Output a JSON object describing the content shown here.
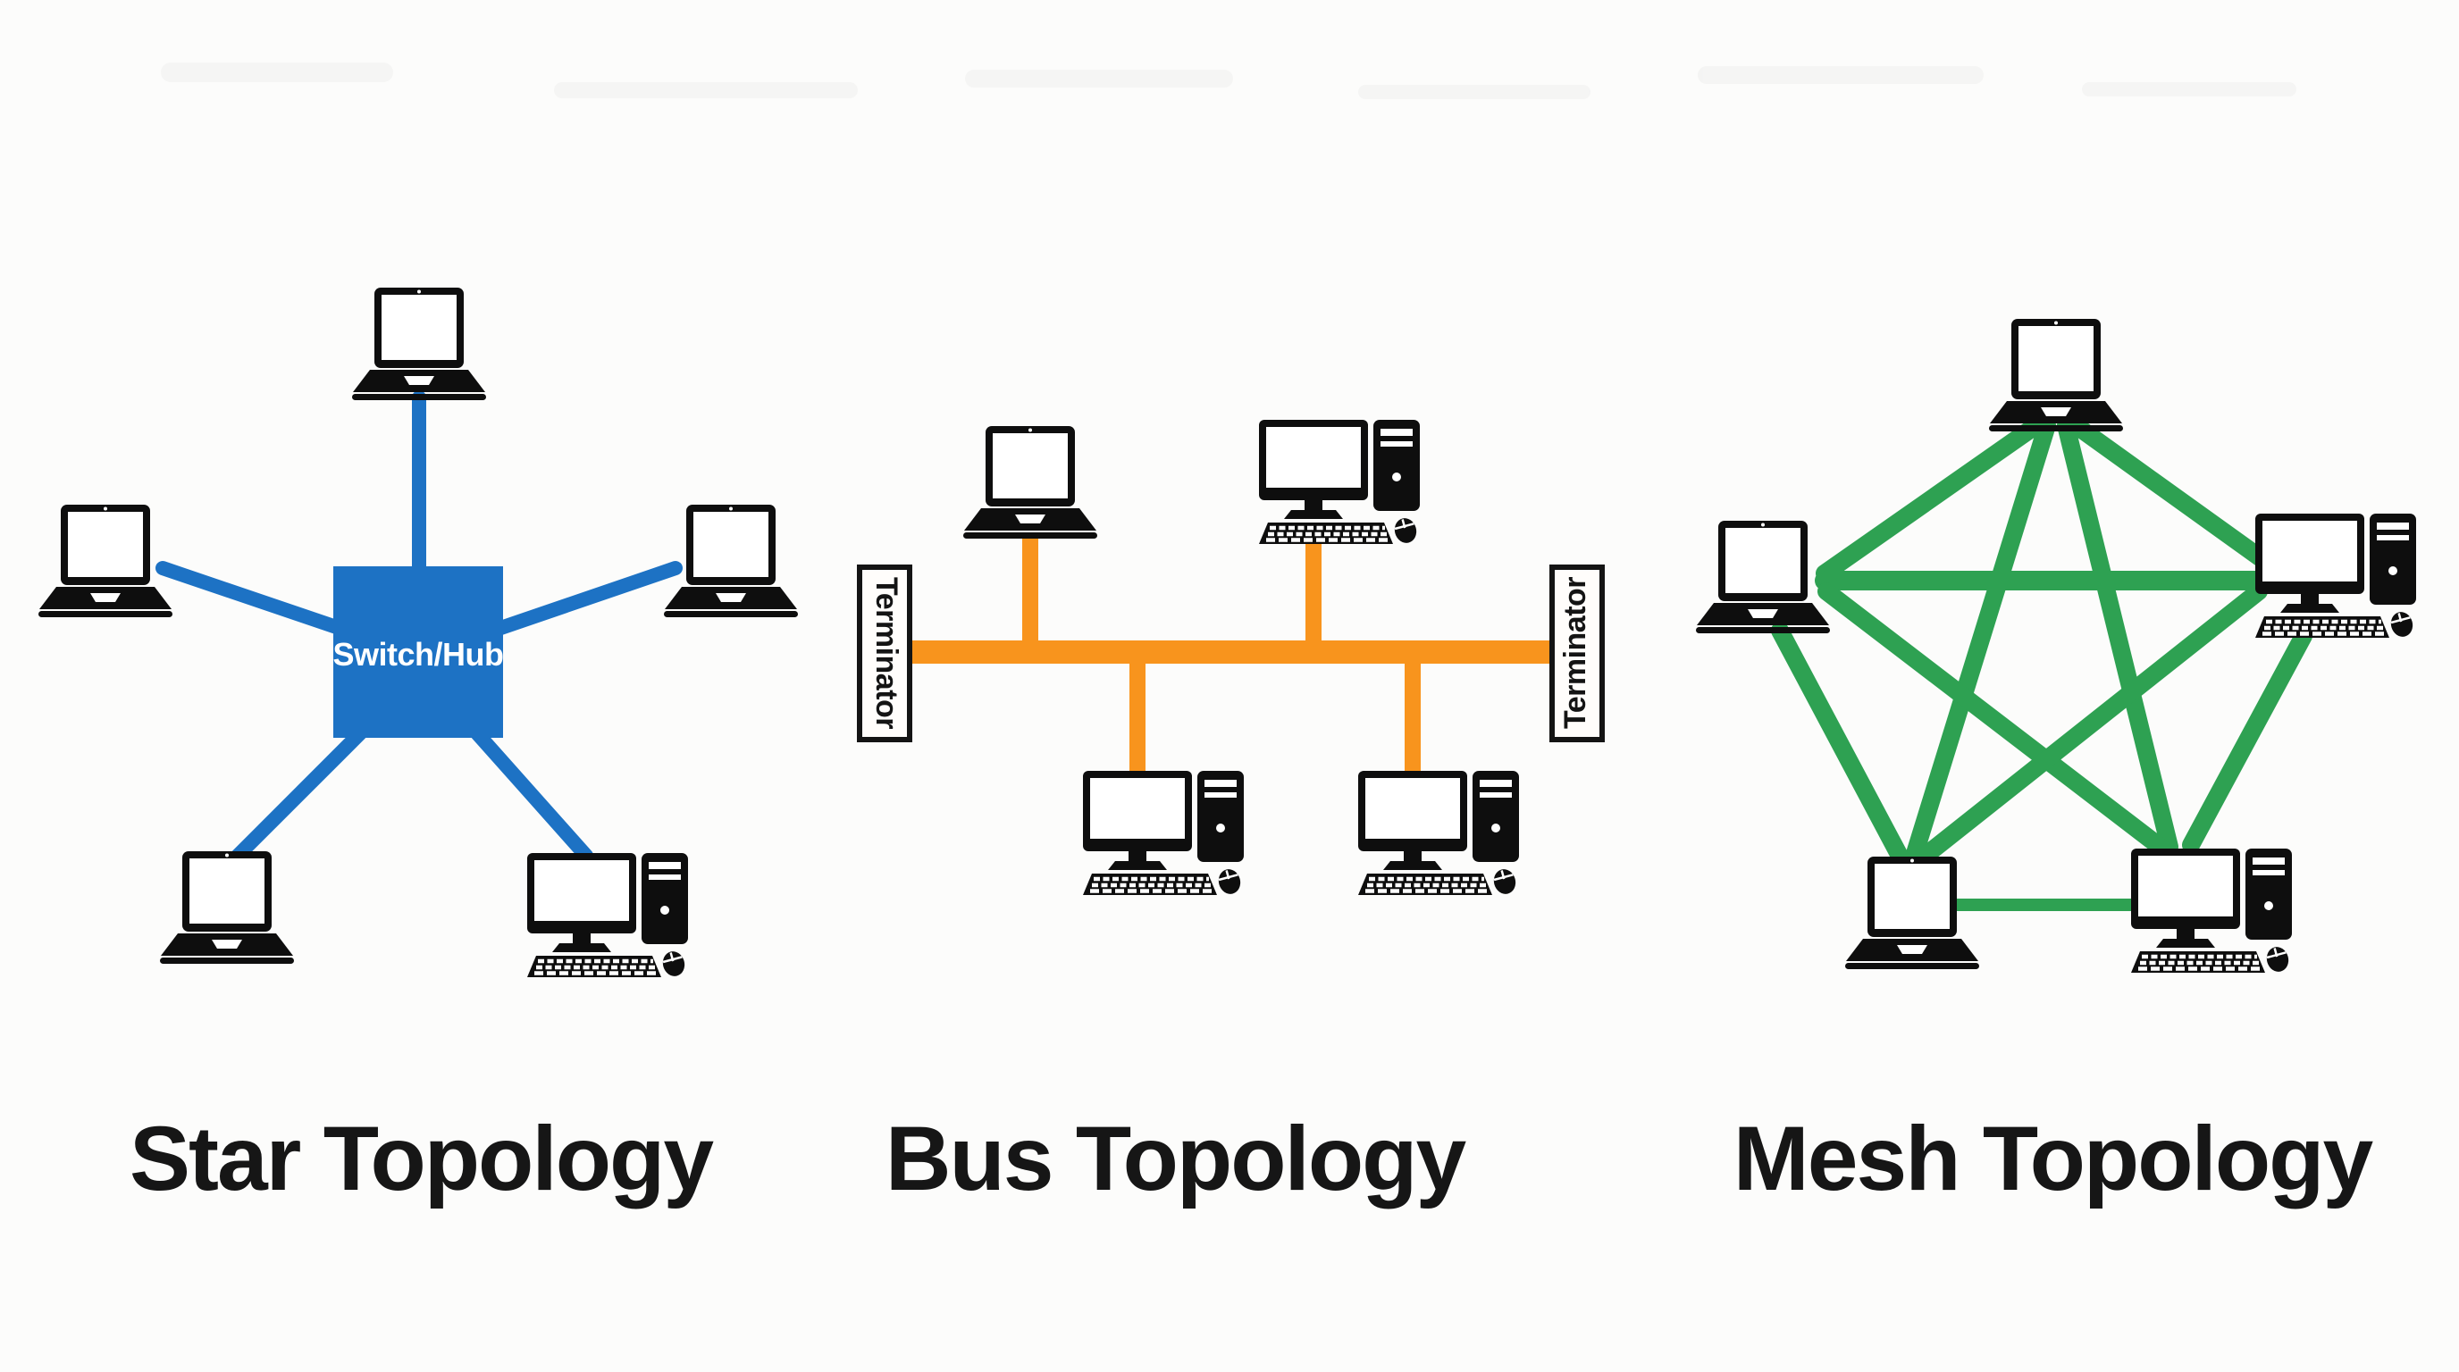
{
  "page": {
    "background": "#fcfcfb"
  },
  "colors": {
    "blue": "#1d72c4",
    "orange": "#f8941d",
    "green": "#2ea152",
    "device_black": "#0e0e0e",
    "label_text": "#161616",
    "hub_text": "#ffffff",
    "terminator_fill": "#fffdfb",
    "terminator_border": "#141414"
  },
  "panels": {
    "star": {
      "label": "Star Topology",
      "hub_label": "Switch/Hub",
      "devices": [
        "laptop-top",
        "laptop-left",
        "laptop-right",
        "laptop-bottom-left",
        "desktop-bottom-right"
      ],
      "link_count": 5
    },
    "bus": {
      "label": "Bus Topology",
      "terminator_left_label": "Terminator",
      "terminator_right_label": "Terminator",
      "devices": [
        "laptop-top-left",
        "desktop-top-right",
        "desktop-bottom-left",
        "desktop-bottom-right"
      ],
      "link_count": 4
    },
    "mesh": {
      "label": "Mesh Topology",
      "devices": [
        "laptop-top",
        "laptop-left",
        "desktop-right",
        "laptop-bottom-left",
        "desktop-bottom-right"
      ],
      "link_count": 10
    }
  }
}
